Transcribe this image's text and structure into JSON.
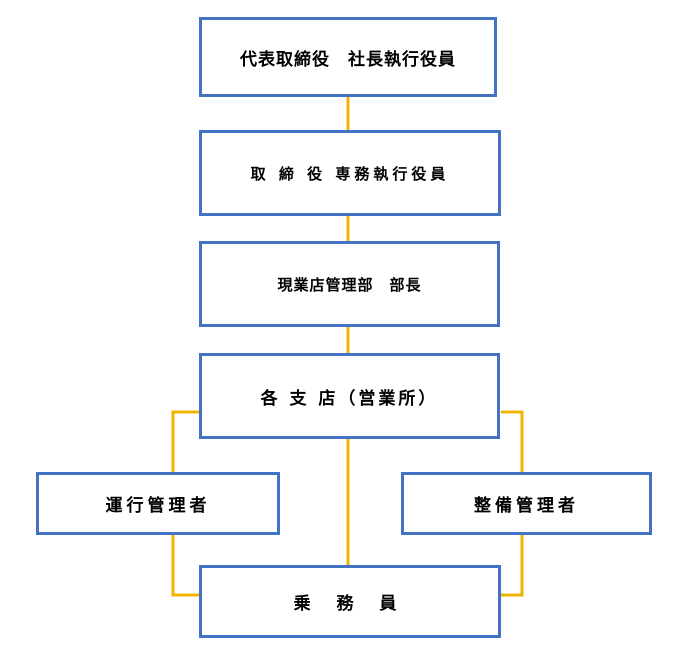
{
  "org_chart": {
    "connector_color": "#f0b400",
    "box_border_color": "#4472c4",
    "nodes": {
      "president": "代表取締役　社長執行役員",
      "director": "取 締 役 専務執行役員",
      "department": "現業店管理部　部長",
      "branch": "各 支 店（営業所）",
      "operations_manager": "運行管理者",
      "maintenance_manager": "整備管理者",
      "crew": "乗 務 員"
    }
  }
}
